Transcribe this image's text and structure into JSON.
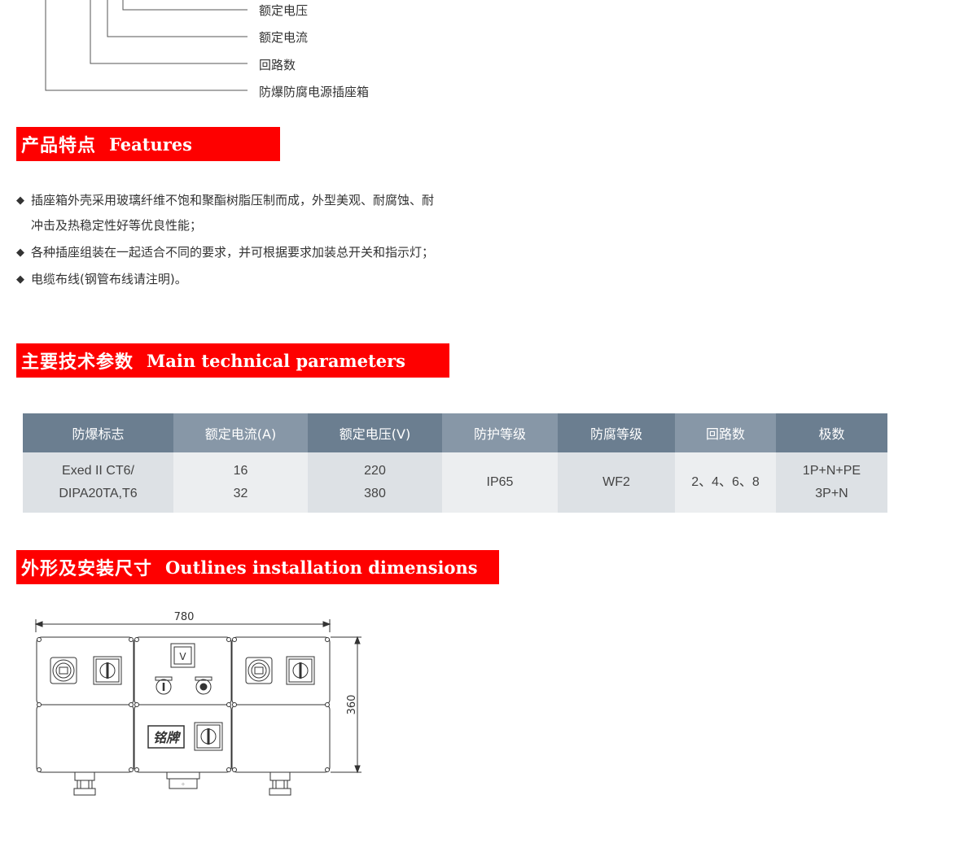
{
  "model_code": {
    "labels": [
      "额定电压",
      "额定电流",
      "回路数",
      "防爆防腐电源插座箱"
    ]
  },
  "features_section": {
    "title_cn": "产品特点",
    "title_en": "Features",
    "bullet": "◆",
    "items": [
      "插座箱外壳采用玻璃纤维不饱和聚酯树脂压制而成，外型美观、耐腐蚀、耐冲击及热稳定性好等优良性能；",
      "各种插座组装在一起适合不同的要求，并可根据要求加装总开关和指示灯；",
      "电缆布线(钢管布线请注明)。"
    ]
  },
  "tech_section": {
    "title_cn": "主要技术参数",
    "title_en": "Main  technical parameters"
  },
  "spec_table": {
    "headers": [
      "防爆标志",
      "额定电流(A)",
      "额定电压(V)",
      "防护等级",
      "防腐等级",
      "回路数",
      "极数"
    ],
    "row": {
      "mark_line1": "Exed  II  CT6/",
      "mark_line2": "DIPA20TA,T6",
      "current_1": "16",
      "current_2": "32",
      "voltage_1": "220",
      "voltage_2": "380",
      "protection": "IP65",
      "anticorrosion": "WF2",
      "circuits": "2、4、6、8",
      "poles_1": "1P+N+PE",
      "poles_2": "3P+N"
    }
  },
  "outline_section": {
    "title_cn": "外形及安装尺寸",
    "title_en": "Outlines  installation dimensions"
  },
  "drawing": {
    "width_dim": "780",
    "height_dim": "360",
    "indicator_symbol": "V",
    "nameplate": "铭牌",
    "hinge_mark": "◦"
  },
  "colors": {
    "banner_red": "#fe0000",
    "header_dark": "#6b7e90",
    "header_light": "#8797a7",
    "cell_dark": "#dde1e5",
    "cell_light": "#eceef0"
  }
}
